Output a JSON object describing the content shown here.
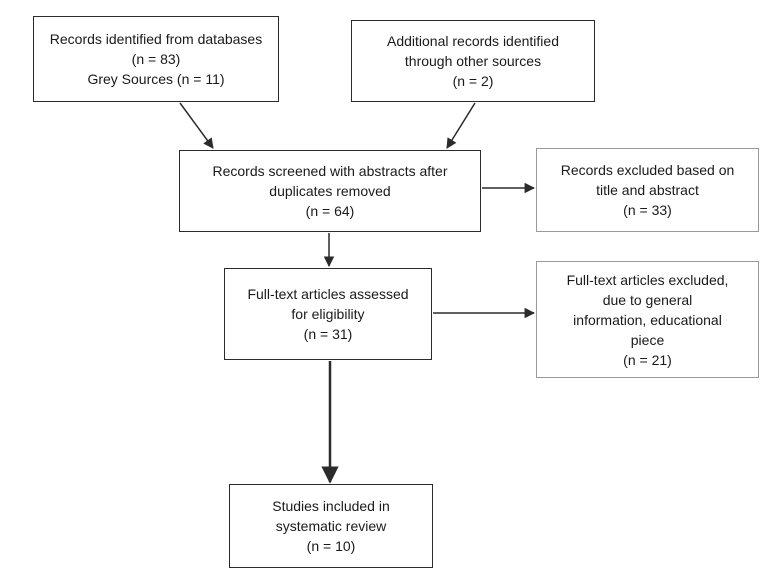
{
  "boxes": {
    "identified": {
      "lines": [
        "Records identified from databases",
        "(n = 83)",
        "Grey Sources (n = 11)"
      ]
    },
    "additional": {
      "lines": [
        "Additional records identified",
        "through other sources",
        "(n = 2)"
      ]
    },
    "screened": {
      "lines": [
        "Records screened with abstracts after",
        "duplicates removed",
        "(n = 64)"
      ]
    },
    "excluded_title_abstract": {
      "lines": [
        "Records excluded based on",
        "title and abstract",
        "(n = 33)"
      ]
    },
    "fulltext": {
      "lines": [
        "Full-text articles assessed",
        "for eligibility",
        "(n = 31)"
      ]
    },
    "excluded_fulltext": {
      "lines": [
        "Full-text articles excluded,",
        "due to general",
        "information, educational",
        "piece",
        "(n = 21)"
      ]
    },
    "included": {
      "lines": [
        "Studies included in",
        "systematic review",
        "(n = 10)"
      ]
    }
  }
}
